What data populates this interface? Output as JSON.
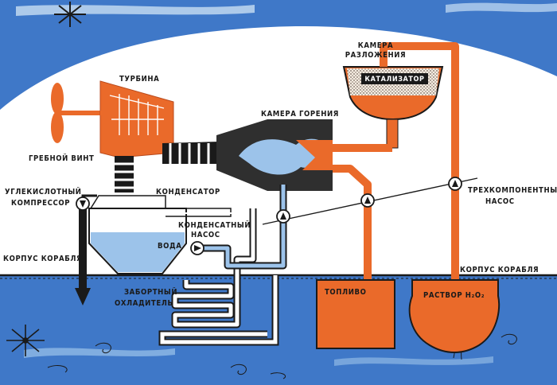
{
  "labels": {
    "turbine": "ТУРБИНА",
    "propeller": "ГРЕБНОЙ ВИНТ",
    "combustion_chamber": "КАМЕРА ГОРЕНИЯ",
    "decomposition_chamber_line1": "КАМЕРА",
    "decomposition_chamber_line2": "РАЗЛОЖЕНИЯ",
    "catalyst": "КАТАЛИЗАТОР",
    "co2_compressor_line1": "УГЛЕКИСЛОТНЫЙ",
    "co2_compressor_line2": "КОМПРЕССОР",
    "condenser": "КОНДЕНСАТОР",
    "condensate_pump_line1": "КОНДЕНСАТНЫЙ",
    "condensate_pump_line2": "НАСОС",
    "water": "ВОДА",
    "three_component_pump_line1": "ТРЕХКОМПОНЕНТНЫЙ",
    "three_component_pump_line2": "НАСОС",
    "hull_left": "КОРПУС КОРАБЛЯ",
    "hull_right": "КОРПУС КОРАБЛЯ",
    "intake_cooler_line1": "ЗАБОРТНЫЙ",
    "intake_cooler_line2": "ОХЛАДИТЕЛЬ",
    "fuel": "ТОПЛИВО",
    "peroxide_solution": "РАСТВОР H₂O₂"
  },
  "colors": {
    "sea_blue": "#3f78c8",
    "hull_interior": "#ffffff",
    "orange": "#ea6a2a",
    "dark_orange": "#b94a1c",
    "light_blue": "#9cc3ea",
    "ink": "#1a1a1a"
  },
  "icons": {
    "propeller": "propeller-icon",
    "snowflake": "snowflake-icon",
    "pump": "pump-arrow-icon"
  }
}
